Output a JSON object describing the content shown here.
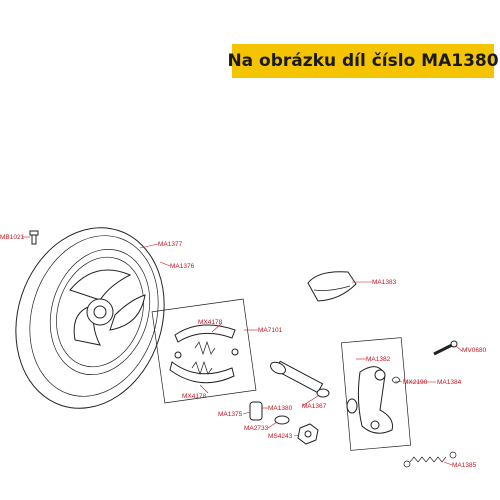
{
  "banner": {
    "text": "Na obrázku díl číslo MA1380",
    "color": "#f5c400"
  },
  "labels": {
    "MB1021": "MB1021",
    "MA1377": "MA1377",
    "MA1376": "MA1376",
    "MA1383": "MA1383",
    "MX4178_top": "MX4178",
    "MA7101": "MA7101",
    "MV0680": "MV0680",
    "MA1382": "MA1382",
    "MX2190": "MX2190",
    "MA1384": "MA1384",
    "MX4178_bottom": "MX4178",
    "MA1375": "MA1375",
    "MA1380": "MA1380",
    "MA1367": "MA1367",
    "MA2733": "MA2733",
    "MS4243": "MS4243",
    "MA1385": "MA1385"
  },
  "label_color": "#c8141e"
}
